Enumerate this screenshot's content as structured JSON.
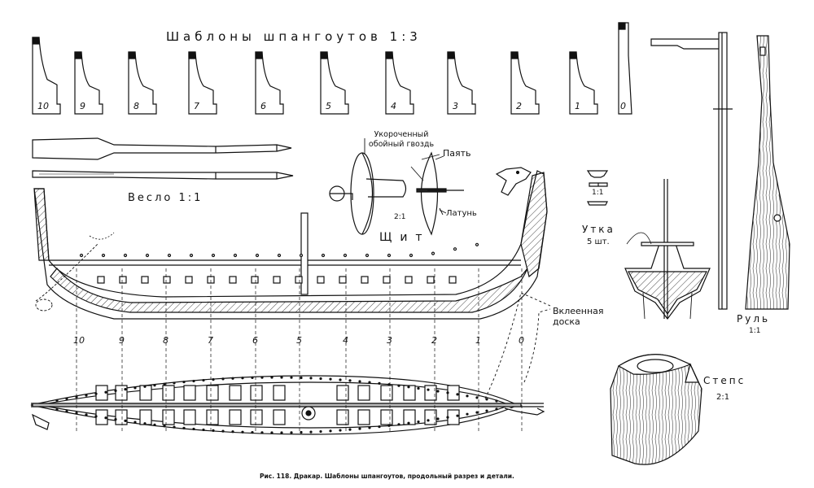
{
  "title": "Шаблоны шпангоутов 1:3",
  "frame_numbers": [
    "10",
    "9",
    "8",
    "7",
    "6",
    "5",
    "4",
    "3",
    "2",
    "1",
    "0"
  ],
  "section_numbers": [
    "10",
    "9",
    "8",
    "7",
    "6",
    "5",
    "4",
    "3",
    "2",
    "1",
    "0"
  ],
  "labels": {
    "oar": "Весло 1:1",
    "shield": "Щит",
    "shortened_nail": "Укороченный обойный гвоздь",
    "solder": "Паять",
    "brass": "Латунь",
    "shield_scale": "2:1",
    "cleat_scale": "1:1",
    "cleat": "Утка",
    "cleat_count": "5 шт.",
    "glued_board": "Вклеенная доска",
    "rudder": "Руль",
    "rudder_scale": "1:1",
    "step": "Степс",
    "step_scale": "2:1"
  },
  "caption": "Рис. 118. Дракар. Шаблоны шпангоутов, продольный разрез и детали."
}
